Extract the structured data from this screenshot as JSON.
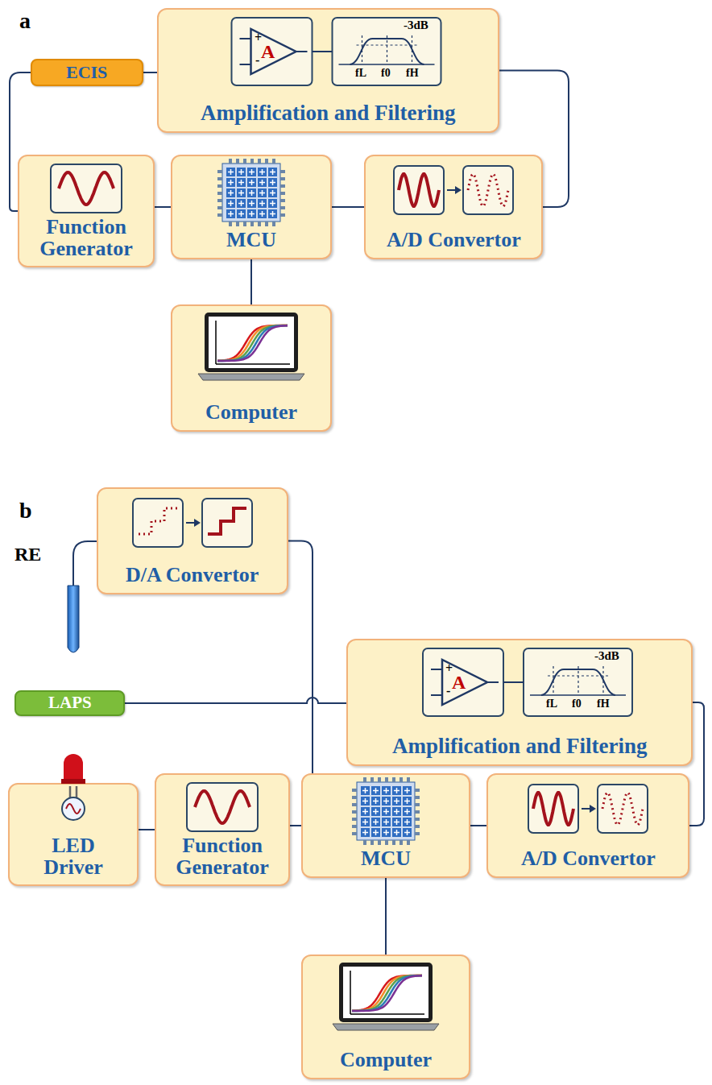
{
  "diagram": {
    "nodes": [
      {
        "text": [
          "ECIS"
        ]
      },
      {
        "text": [
          "Amplification and Filtering"
        ]
      },
      {
        "text": [
          "Function Generator"
        ]
      },
      {
        "text": [
          "MCU"
        ]
      },
      {
        "text": [
          "A/D Convertor"
        ]
      },
      {
        "text": [
          "Computer"
        ]
      },
      {
        "text": [
          "D/A Convertor"
        ]
      },
      {
        "text": [
          "LAPS"
        ]
      },
      {
        "text": [
          "Amplification and Filtering"
        ]
      },
      {
        "text": [
          "LED Driver"
        ]
      },
      {
        "text": [
          "Function Generator"
        ]
      },
      {
        "text": [
          "MCU"
        ]
      },
      {
        "text": [
          "A/D Convertor"
        ]
      },
      {
        "text": [
          "Computer"
        ]
      }
    ],
    "edges": [
      {
        "from": 0,
        "to": 1,
        "arrow": "none"
      },
      {
        "from": 1,
        "to": 4,
        "arrow": "none"
      },
      {
        "from": 4,
        "to": 3,
        "arrow": "none"
      },
      {
        "from": 3,
        "to": 2,
        "arrow": "none"
      },
      {
        "from": 2,
        "to": 0,
        "arrow": "none"
      },
      {
        "from": 3,
        "to": 5,
        "arrow": "none"
      },
      {
        "from": 6,
        "to": 11,
        "arrow": "none"
      },
      {
        "from": 7,
        "to": 8,
        "arrow": "none"
      },
      {
        "from": 8,
        "to": 12,
        "arrow": "none"
      },
      {
        "from": 12,
        "to": 11,
        "arrow": "none"
      },
      {
        "from": 11,
        "to": 10,
        "arrow": "none"
      },
      {
        "from": 10,
        "to": 9,
        "arrow": "none"
      },
      {
        "from": 11,
        "to": 13,
        "arrow": "none"
      }
    ],
    "labels": [
      "a",
      "A",
      "+",
      "-",
      "-3dB",
      "fL",
      "f0",
      "fH",
      "b",
      "RE",
      "A",
      "+",
      "-",
      "-3dB",
      "fL",
      "f0",
      "fH"
    ]
  }
}
